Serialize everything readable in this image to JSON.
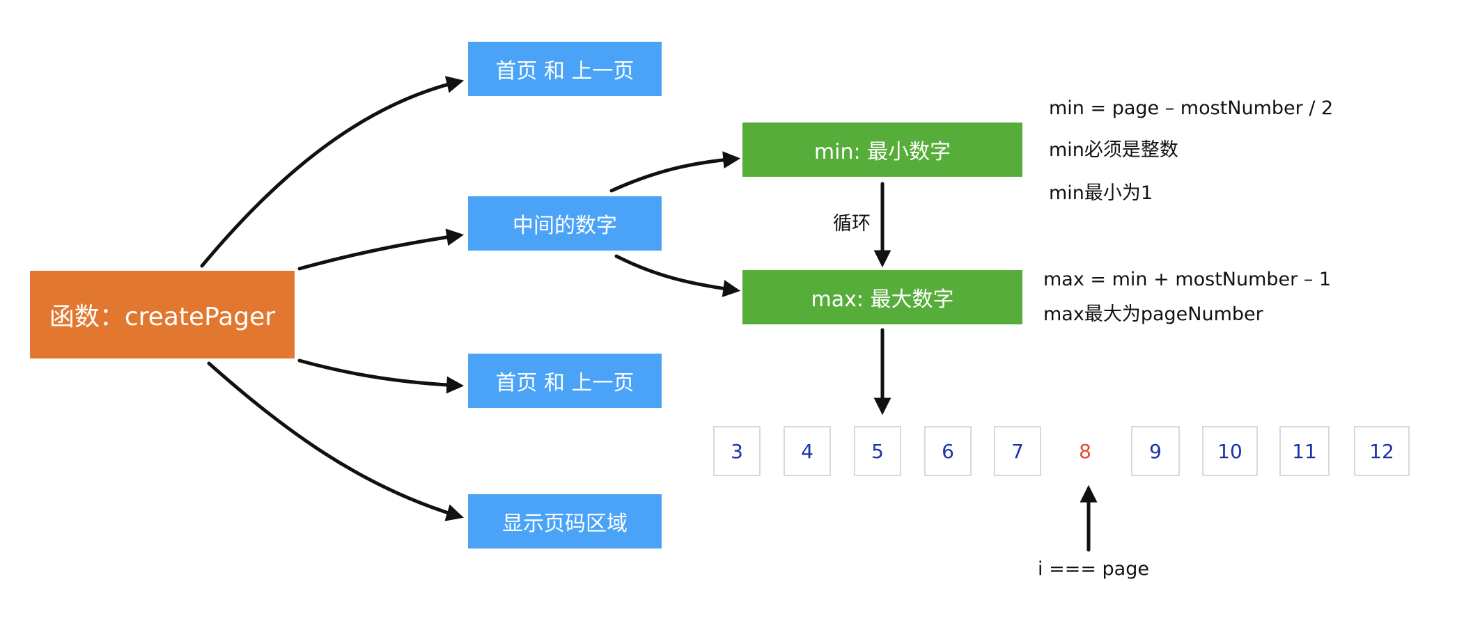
{
  "function_box": {
    "label": "函数：createPager",
    "color": "#e2782f"
  },
  "branches": [
    {
      "label": "首页 和 上一页"
    },
    {
      "label": "中间的数字"
    },
    {
      "label": "首页 和 上一页"
    },
    {
      "label": "显示页码区域"
    }
  ],
  "min_box": {
    "label": "min: 最小数字"
  },
  "max_box": {
    "label": "max: 最大数字"
  },
  "loop_label": "循环",
  "min_notes": [
    "min = page – mostNumber / 2",
    "min必须是整数",
    "min最小为1"
  ],
  "max_notes": [
    "max = min + mostNumber – 1",
    "max最大为pageNumber"
  ],
  "pages": [
    "3",
    "4",
    "5",
    "6",
    "7",
    "8",
    "9",
    "10",
    "11",
    "12"
  ],
  "current_page": "8",
  "current_label": "i === page",
  "colors": {
    "blue_box": "#4aa3f7",
    "green_box": "#56ad3a",
    "page_number": "#1a31a8",
    "current_page": "#e24a2c",
    "arrow": "#111111"
  }
}
